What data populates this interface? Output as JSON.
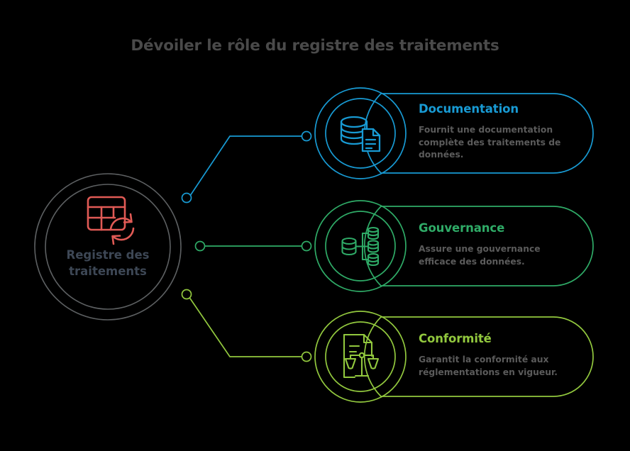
{
  "title": "Dévoiler le rôle du registre des traitements",
  "background_color": "#000000",
  "title_color": "#4a4a4a",
  "hub": {
    "label_line1": "Registre des",
    "label_line2": "traitements",
    "label_color": "#3d4755",
    "ring_color": "#5d6062",
    "icon": "table-refresh-icon",
    "icon_color": "#e05a55"
  },
  "cards": [
    {
      "id": "documentation",
      "title": "Documentation",
      "description": "Fournit une documentation complète des traitements de données.",
      "desc_line1": "Fournit une documentation",
      "desc_line2": "complète des traitements de",
      "desc_line3": "données.",
      "color": "#189ad3",
      "icon": "database-document-icon",
      "desc_color": "#5b5b5b"
    },
    {
      "id": "gouvernance",
      "title": "Gouvernance",
      "description": "Assure une gouvernance efficace des données.",
      "desc_line1": "Assure une gouvernance",
      "desc_line2": "efficace des données.",
      "desc_line3": "",
      "color": "#2fab67",
      "icon": "database-branch-icon",
      "desc_color": "#5b5b5b"
    },
    {
      "id": "conformite",
      "title": "Conformité",
      "description": "Garantit la conformité aux réglementations en vigueur.",
      "desc_line1": "Garantit la conformité aux",
      "desc_line2": "réglementations en vigueur.",
      "desc_line3": "",
      "color": "#92c83e",
      "icon": "document-scales-icon",
      "desc_color": "#5b5b5b"
    }
  ],
  "connectors": [
    {
      "id": "connector-documentation",
      "color": "#189ad3"
    },
    {
      "id": "connector-gouvernance",
      "color": "#2fab67"
    },
    {
      "id": "connector-conformite",
      "color": "#92c83e"
    }
  ]
}
